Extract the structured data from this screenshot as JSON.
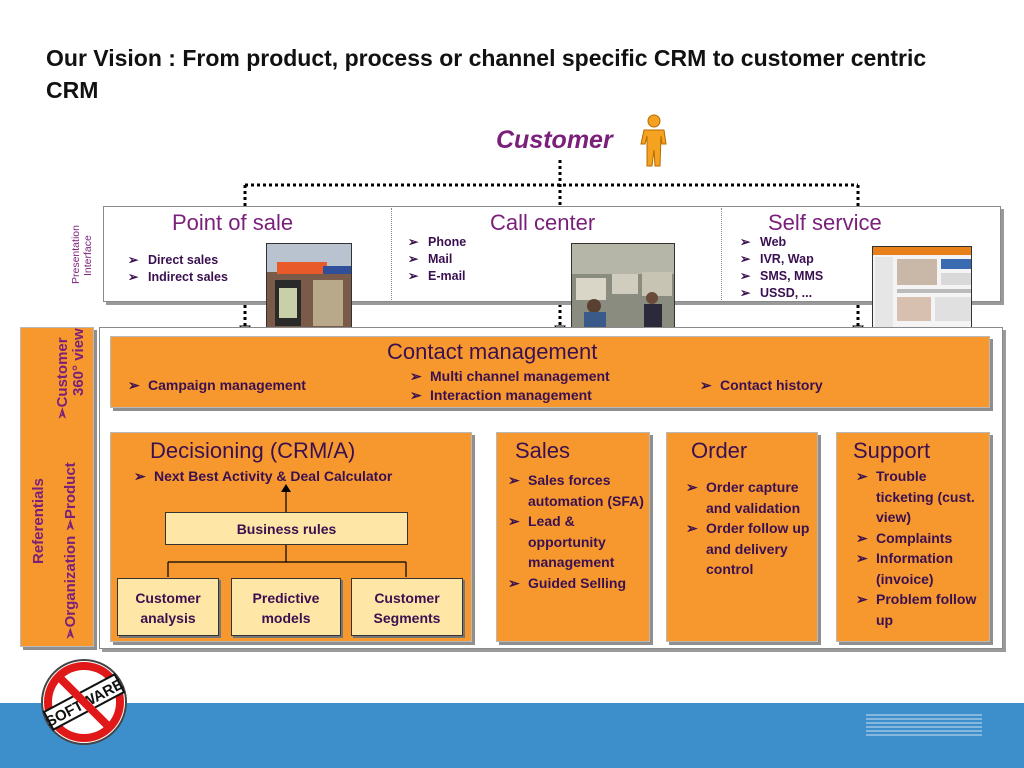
{
  "title": "Our Vision : From product, process or channel specific CRM to customer centric CRM",
  "customer_label": "Customer",
  "presentation_interface": [
    "Presentation",
    "Interface"
  ],
  "channels": {
    "pos": {
      "title": "Point of sale",
      "items": [
        "Direct sales",
        "Indirect sales"
      ]
    },
    "call": {
      "title": "Call center",
      "items": [
        "Phone",
        "Mail",
        "E-mail"
      ]
    },
    "self": {
      "title": "Self service",
      "items": [
        "Web",
        "IVR, Wap",
        "SMS, MMS",
        "USSD, ..."
      ]
    }
  },
  "referentials": {
    "title": "Referentials",
    "items": [
      "Organization",
      "Product",
      "Customer 360° view"
    ]
  },
  "contact": {
    "title": "Contact management",
    "campaign": "Campaign management",
    "multi": "Multi channel management",
    "interaction": "Interaction management",
    "history": "Contact history"
  },
  "decisioning": {
    "title": "Decisioning (CRM/A)",
    "nba": "Next Best Activity & Deal Calculator",
    "rules": "Business rules",
    "boxes": [
      [
        "Customer",
        "analysis"
      ],
      [
        "Predictive",
        "models"
      ],
      [
        "Customer",
        "Segments"
      ]
    ]
  },
  "sales": {
    "title": "Sales",
    "items": [
      "Sales forces automation (SFA)",
      "Lead & opportunity management",
      "Guided Selling"
    ]
  },
  "order": {
    "title": "Order",
    "items": [
      "Order capture and validation",
      "Order follow up and delivery control"
    ]
  },
  "support": {
    "title": "Support",
    "items": [
      "Trouble ticketing (cust. view)",
      "Complaints",
      "Information (invoice)",
      "Problem follow up"
    ]
  },
  "stamp": "SOFTWARE",
  "colors": {
    "accent_purple": "#7a1f7a",
    "orange": "#f7982e",
    "pale_yellow": "#fde6a6",
    "bar_blue": "#3d8fcc"
  }
}
